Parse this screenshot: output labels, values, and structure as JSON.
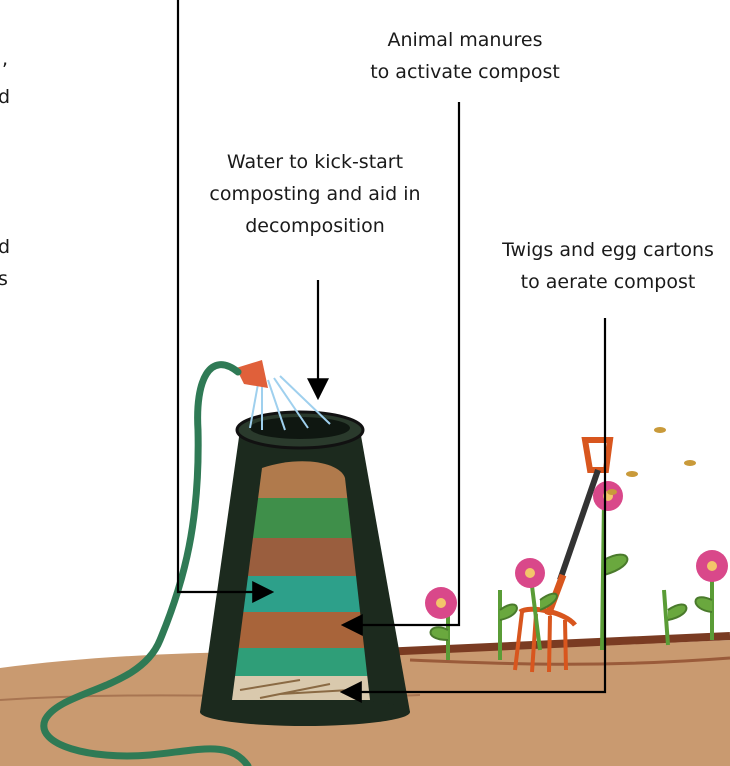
{
  "labels": {
    "manures": {
      "line1": "Animal manures",
      "line2": "to activate compost"
    },
    "water": {
      "line1": "Water to kick-start",
      "line2": "composting and aid in",
      "line3": "decomposition"
    },
    "twigs": {
      "line1": "Twigs and egg cartons",
      "line2": "to aerate compost"
    }
  },
  "cut_text": {
    "a": ",",
    "b": "d",
    "c": "d",
    "d": "s"
  },
  "colors": {
    "bin": "#1c2a1e",
    "soil": "#b8845a",
    "hose": "#2f7a55",
    "arrow": "#000000",
    "flower": "#d9488a",
    "leaf": "#6aa83e",
    "fork": "#d8561e"
  }
}
